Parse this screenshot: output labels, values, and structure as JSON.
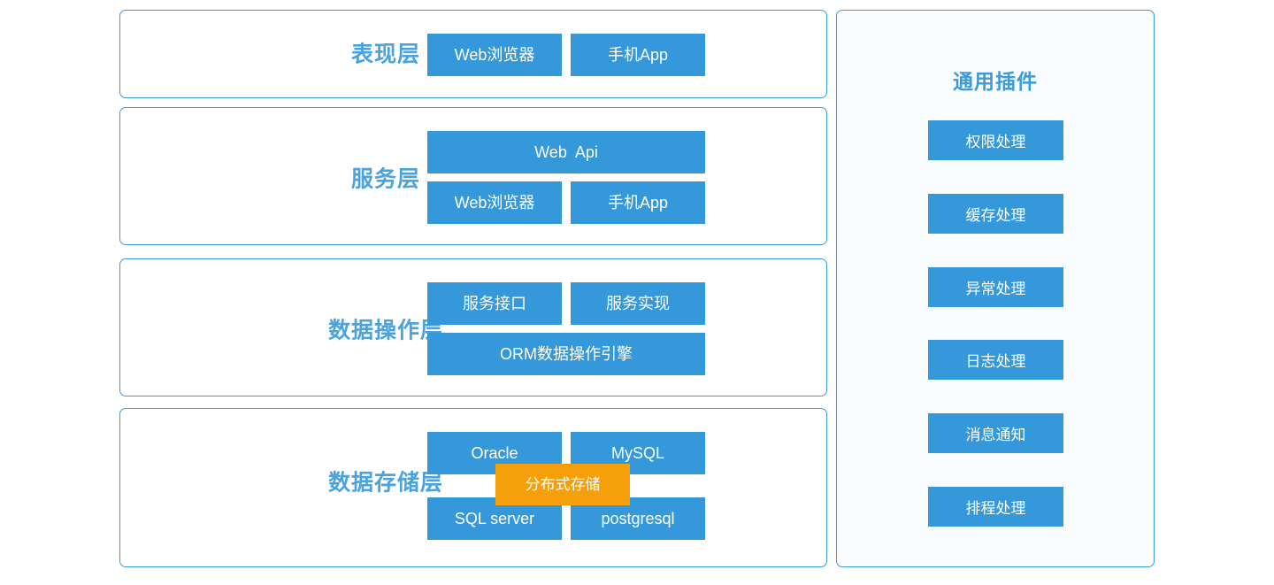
{
  "theme": {
    "blue": "#3498db",
    "orange": "#f59f0b",
    "border": "#3d9ad8",
    "title_blue": "#4ba3dd",
    "panel_bg": "#f8fcfe"
  },
  "layers": [
    {
      "title": "表现层",
      "boxes": [
        {
          "label": "Web浏览器"
        },
        {
          "label": "手机App"
        }
      ]
    },
    {
      "title": "服务层",
      "boxes": [
        {
          "label": "Web  Api"
        },
        {
          "label": "Web浏览器"
        },
        {
          "label": "手机App"
        }
      ]
    },
    {
      "title": "数据操作层",
      "boxes": [
        {
          "label": "服务接口"
        },
        {
          "label": "服务实现"
        },
        {
          "label": "ORM数据操作引擎"
        }
      ]
    },
    {
      "title": "数据存储层",
      "boxes": [
        {
          "label": "Oracle"
        },
        {
          "label": "MySQL"
        },
        {
          "label": "SQL server"
        },
        {
          "label": "postgresql"
        },
        {
          "label": "分布式存储"
        }
      ]
    }
  ],
  "plugins": {
    "title": "通用插件",
    "items": [
      {
        "label": "权限处理"
      },
      {
        "label": "缓存处理"
      },
      {
        "label": "异常处理"
      },
      {
        "label": "日志处理"
      },
      {
        "label": "消息通知"
      },
      {
        "label": "排程处理"
      }
    ]
  }
}
